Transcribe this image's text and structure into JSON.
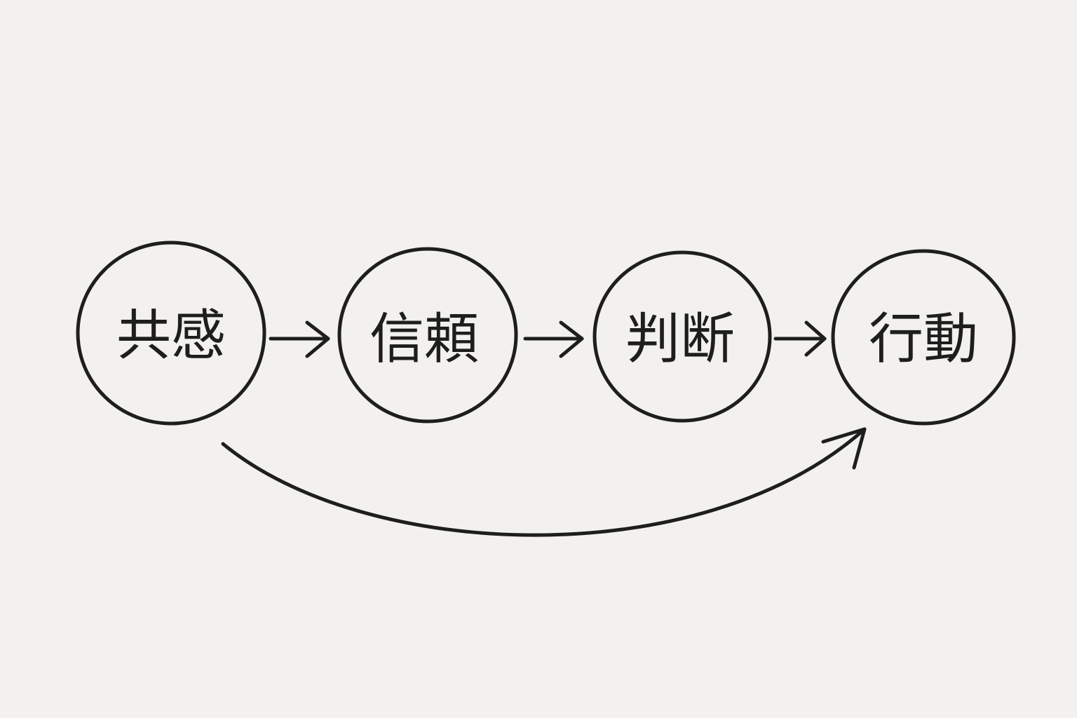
{
  "nodes": [
    {
      "label": "共感"
    },
    {
      "label": "信頼"
    },
    {
      "label": "判断"
    },
    {
      "label": "行動"
    }
  ],
  "colors": {
    "ink": "#1e1e1e",
    "background": "#f2f1ed"
  }
}
